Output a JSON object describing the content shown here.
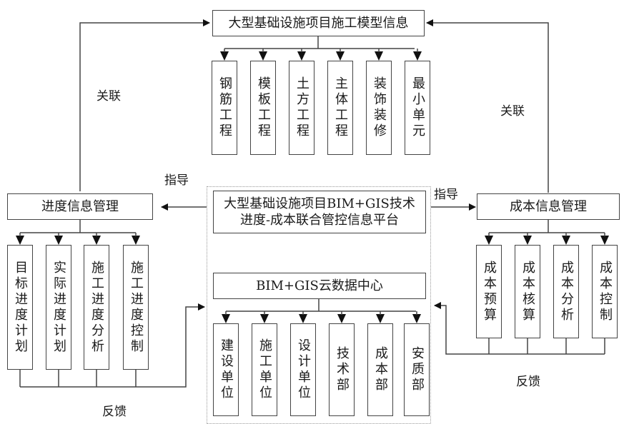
{
  "top_box": {
    "label": "大型基础设施项目施工模型信息"
  },
  "model_items": [
    "钢筋工程",
    "模板工程",
    "土方工程",
    "主体工程",
    "装饰装修",
    "最小单元"
  ],
  "platform_box": {
    "line1": "大型基础设施项目BIM+GIS技术",
    "line2": "进度-成本联合管控信息平台"
  },
  "cloud_box": {
    "label": "BIM+GIS云数据中心"
  },
  "cloud_items": [
    "建设单位",
    "施工单位",
    "设计单位",
    "技术部",
    "成本部",
    "安质部"
  ],
  "schedule_box": {
    "label": "进度信息管理"
  },
  "schedule_items": [
    "目标进度计划",
    "实际进度计划",
    "施工进度分析",
    "施工进度控制"
  ],
  "cost_box": {
    "label": "成本信息管理"
  },
  "cost_items": [
    "成本预算",
    "成本核算",
    "成本分析",
    "成本控制"
  ],
  "labels": {
    "left_relation": "关联",
    "right_relation": "关联",
    "left_guide": "指导",
    "right_guide": "指导",
    "left_feedback": "反馈",
    "right_feedback": "反馈"
  }
}
